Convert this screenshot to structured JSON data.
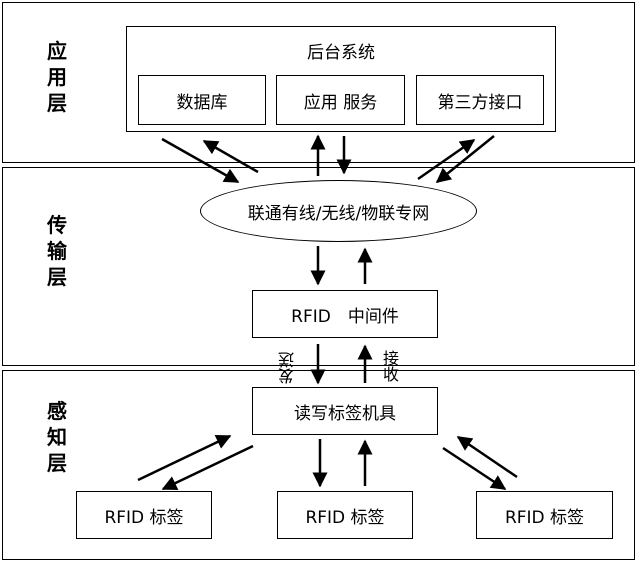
{
  "layers": {
    "application": "应用层",
    "transport": "传输层",
    "perception": "感知层"
  },
  "backend": {
    "title": "后台系统",
    "database": "数据库",
    "app_service": "应用 服务",
    "third_party": "第三方接口"
  },
  "network": "联通有线/无线/物联专网",
  "middleware": "RFID　中间件",
  "send_label": "发送",
  "receive_label": "接收",
  "reader": "读写标签机具",
  "tags": [
    "RFID 标签",
    "RFID 标签",
    "RFID 标签"
  ]
}
